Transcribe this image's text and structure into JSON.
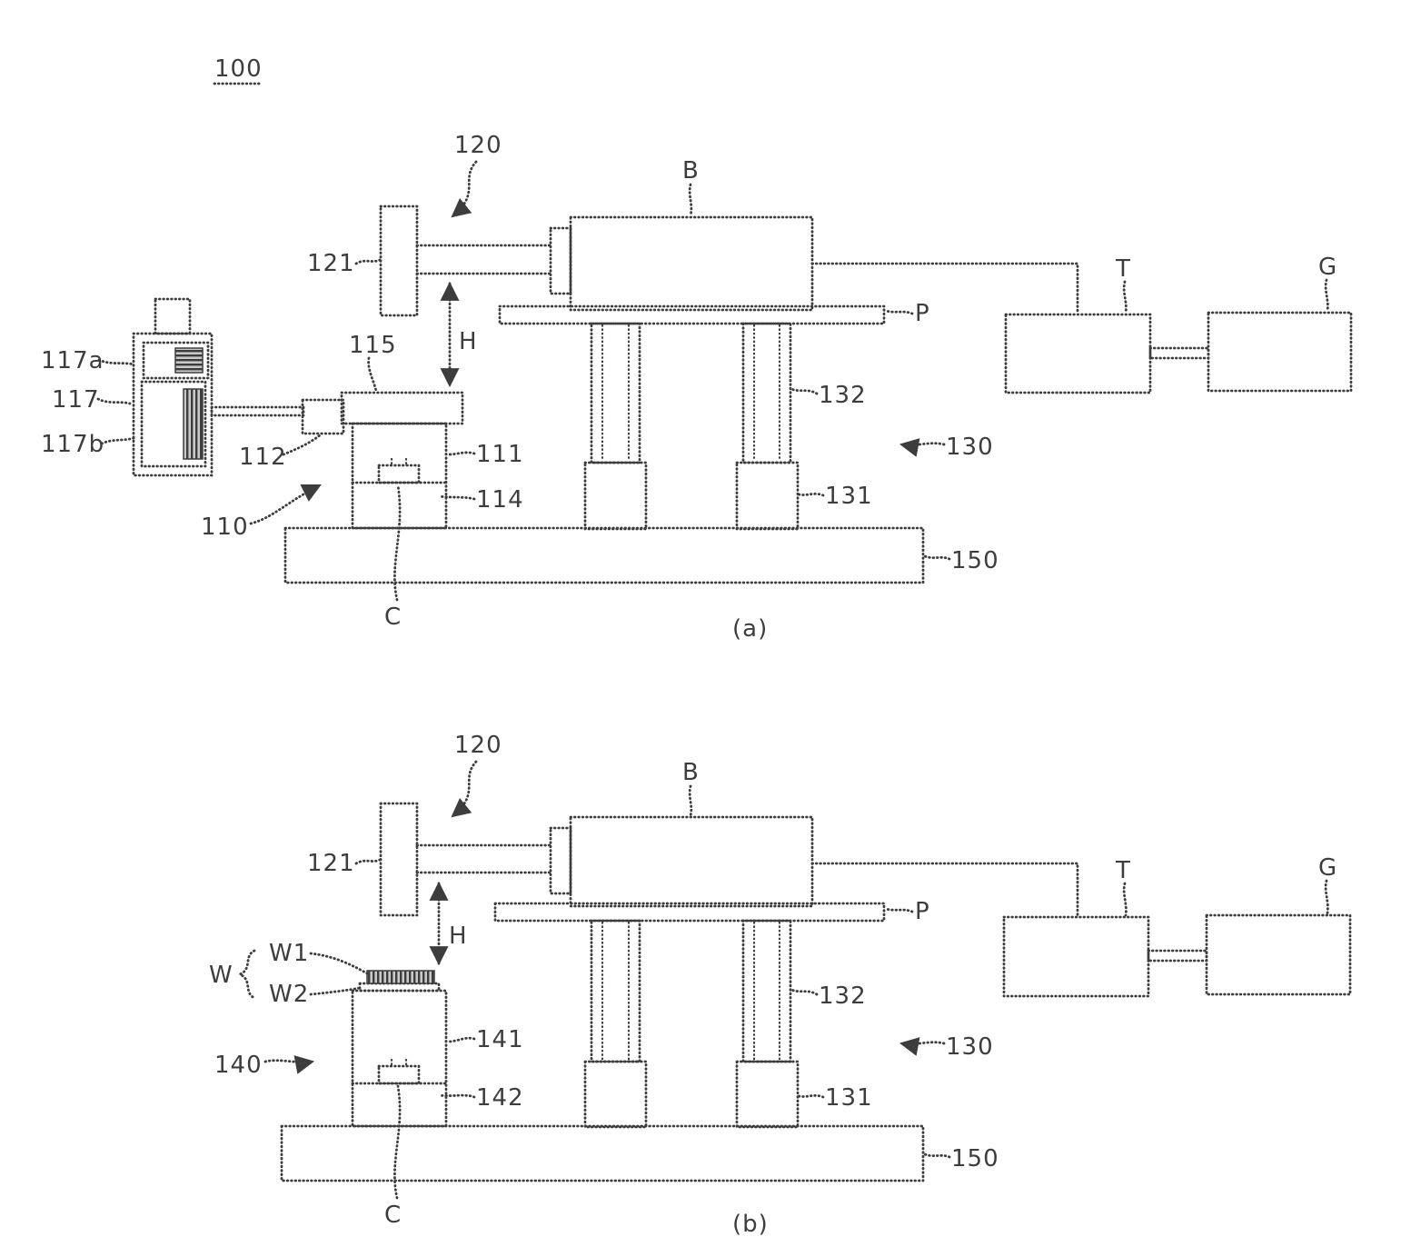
{
  "colors": {
    "line": "#3d3d3d",
    "background": "#ffffff",
    "dark_fill": "#4f4f4f"
  },
  "title": "100",
  "fig_a": {
    "caption": "(a)",
    "labels": {
      "l120": "120",
      "l121": "121",
      "lB": "B",
      "lP": "P",
      "lT": "T",
      "lG": "G",
      "l117a": "117a",
      "l117": "117",
      "l117b": "117b",
      "l115": "115",
      "l112": "112",
      "l111": "111",
      "l114": "114",
      "l110": "110",
      "l132": "132",
      "l131": "131",
      "l130": "130",
      "l150": "150",
      "lC": "C",
      "lH": "H"
    }
  },
  "fig_b": {
    "caption": "(b)",
    "labels": {
      "l120": "120",
      "l121": "121",
      "lB": "B",
      "lP": "P",
      "lT": "T",
      "lG": "G",
      "lW": "W",
      "lW1": "W1",
      "lW2": "W2",
      "l141": "141",
      "l142": "142",
      "l140": "140",
      "l132": "132",
      "l131": "131",
      "l130": "130",
      "l150": "150",
      "lC": "C",
      "lH": "H"
    }
  }
}
